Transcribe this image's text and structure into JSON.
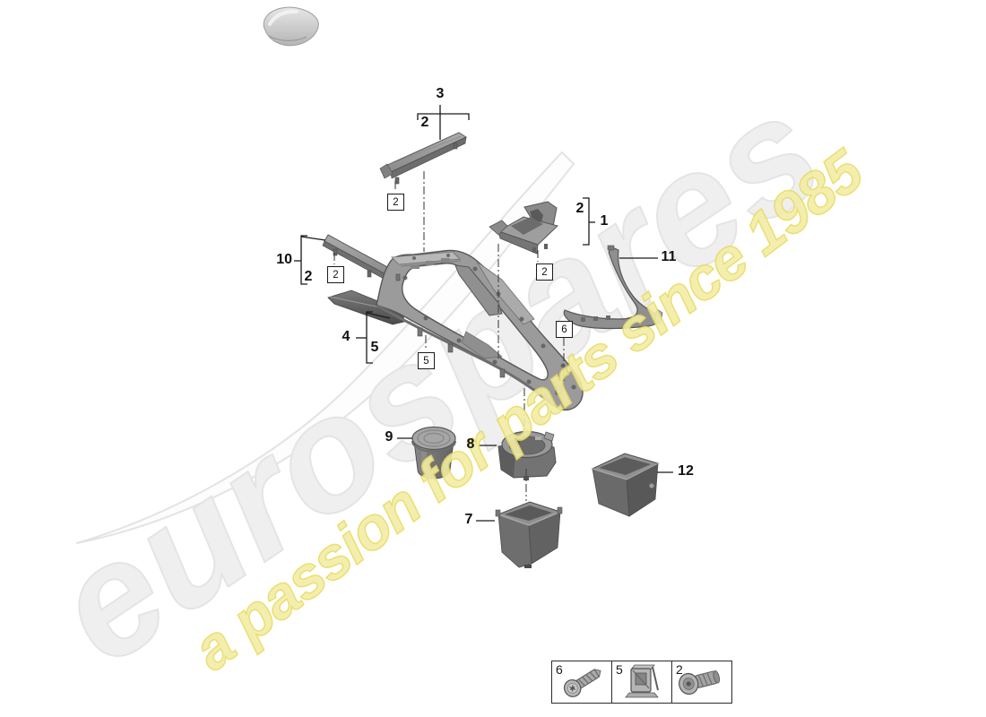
{
  "watermark": {
    "brand_text": "eurospares",
    "tagline_text": "a passion for parts since 1985",
    "brand_color": "#efefef",
    "tagline_color": "#ece050"
  },
  "callouts": {
    "group3": {
      "main": "3",
      "sub": "2"
    },
    "group10": {
      "main": "10",
      "sub": "2"
    },
    "group1": {
      "main": "1",
      "sub": "2"
    },
    "group45": {
      "main": "4",
      "sub": "5"
    },
    "item7": "7",
    "item8": "8",
    "item9": "9",
    "item11": "11",
    "item12": "12"
  },
  "boxed_refs": {
    "under_part3": "2",
    "under_part10": "2",
    "under_part1": "2",
    "on_console_5": "5",
    "on_console_6": "6"
  },
  "legend": {
    "items": [
      {
        "ref": "6",
        "icon": "pan-head-screw-icon"
      },
      {
        "ref": "5",
        "icon": "retaining-clip-icon"
      },
      {
        "ref": "2",
        "icon": "washer-head-screw-icon"
      }
    ]
  }
}
